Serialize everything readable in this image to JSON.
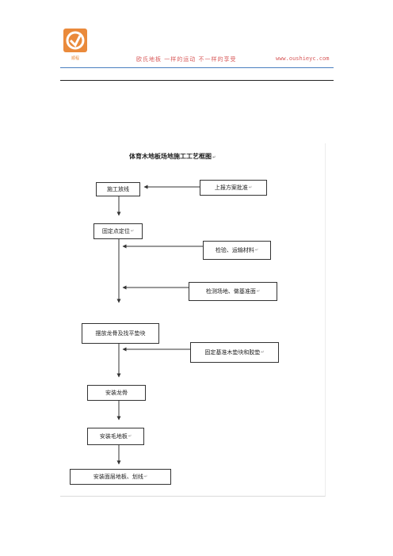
{
  "header": {
    "logo_text": "顺程",
    "tagline": "欧氏地板 一样的运动 不一样的享受",
    "url": "www.oushieyc.com"
  },
  "flowchart": {
    "title": "体育木地板场地施工工艺框图",
    "steps": [
      "施工放线",
      "固定点定位",
      "摆放龙骨及找平垫块",
      "安装龙骨",
      "安装毛地板",
      "安装面层地板、划线"
    ],
    "inputs": [
      "上报方案批准",
      "检验、运输材料",
      "检测场地、做基准面",
      "固定基准木垫块和胶垫"
    ],
    "mark": "↵",
    "colors": {
      "line": "#333333",
      "header_accent": "#d85a5a",
      "rule": "#4a7fc0"
    }
  }
}
